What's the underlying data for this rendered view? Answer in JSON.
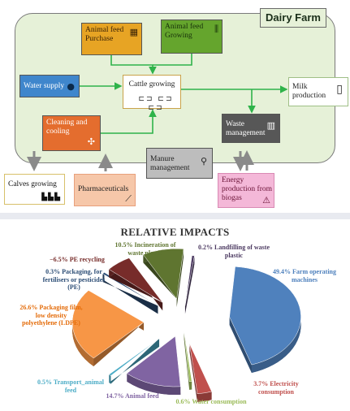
{
  "diagram": {
    "title": "Dairy Farm",
    "boxes": {
      "feed_purchase": "Animal feed Purchase",
      "feed_growing": "Animal feed Growing",
      "water_supply": "Water supply",
      "cattle_growing": "Cattle growing",
      "milk_production": "Milk production",
      "cleaning_cooling": "Cleaning and cooling",
      "waste_management": "Waste management",
      "manure_management": "Manure management",
      "calves_growing": "Calves growing",
      "pharmaceuticals": "Pharmaceuticals",
      "energy_biogas": "Energy production from biogas"
    },
    "icons": {
      "feed_purchase": "money-icon",
      "feed_growing": "crops-icon",
      "water_supply": "water-drop-icon",
      "cattle_growing": "cows-icon",
      "milk_production": "milk-bottle-icon",
      "cleaning_cooling": "wind-turbine-icon",
      "waste_management": "trash-bin-icon",
      "manure_management": "manure-pump-icon",
      "calves_growing": "calves-icon",
      "pharmaceuticals": "syringe-icon",
      "energy_biogas": "hazard-icon"
    },
    "colors": {
      "farm_background": "#e6f1d8",
      "flow_arrows": "#2fb34a",
      "feed_purchase": "#e7a424",
      "feed_growing": "#65a52d",
      "water_supply": "#3f86cc",
      "cleaning_cooling": "#e46d2e",
      "waste_management": "#575757",
      "manure_management": "#bdbdbd",
      "pharmaceuticals": "#f6c7a9",
      "energy_biogas": "#f4b8d8"
    }
  },
  "chart_data": {
    "type": "pie",
    "title": "RELATIVE IMPACTS",
    "slices": [
      {
        "label": "Farm operating machines",
        "percent_text": "49.4%",
        "value": 49.4,
        "color": "#4f81bd"
      },
      {
        "label": "Electricity consumption",
        "percent_text": "3.7%",
        "value": 3.7,
        "color": "#c0504d"
      },
      {
        "label": "Water consumption",
        "percent_text": "0.6%",
        "value": 0.6,
        "color": "#9bbb59"
      },
      {
        "label": "Animal feed",
        "percent_text": "14.7%",
        "value": 14.7,
        "color": "#8064a2"
      },
      {
        "label": "Transport_animal feed",
        "percent_text": "0.5%",
        "value": 0.5,
        "color": "#4bacc6"
      },
      {
        "label": "Packaging film, low density polyethylene (LDPE)",
        "percent_text": "26.6%",
        "value": 26.6,
        "color": "#f79646"
      },
      {
        "label": "Packaging, for fertilisers or pesticides (PE)",
        "percent_text": "0.3%",
        "value": 0.3,
        "color": "#2c4d75"
      },
      {
        "label": "PE recycling",
        "percent_text": "−6.5%",
        "value": -6.5,
        "color": "#772c2a"
      },
      {
        "label": "Incineration of waste plastic",
        "percent_text": "10.5%",
        "value": 10.5,
        "color": "#5f7530"
      },
      {
        "label": "Landfilling of waste plastic",
        "percent_text": "0.2%",
        "value": 0.2,
        "color": "#4d3b62"
      }
    ]
  }
}
